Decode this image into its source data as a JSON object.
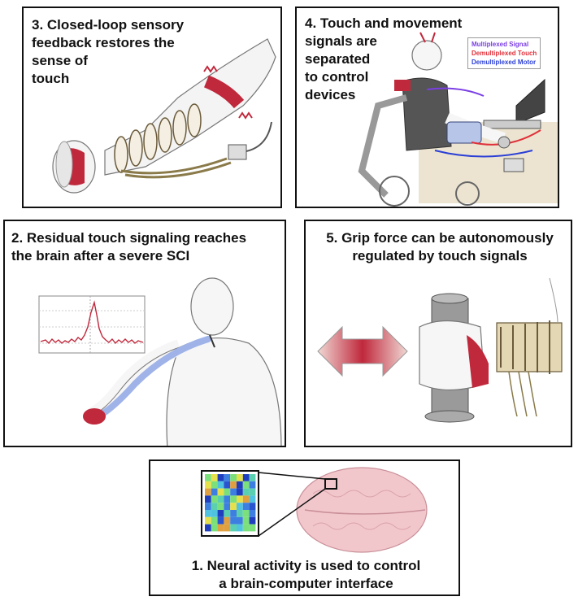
{
  "panels": {
    "p3": {
      "caption_lines": [
        "3. Closed-loop sensory",
        "feedback restores the",
        "sense of",
        "touch"
      ]
    },
    "p4": {
      "caption_lines": [
        "4. Touch and movement",
        "signals are",
        "separated",
        "to control",
        "devices"
      ],
      "legend": {
        "line1": "Multiplexed Signal",
        "line2": "Demultiplexed Touch",
        "line3": "Demultiplexed Motor"
      }
    },
    "p2": {
      "caption_lines": [
        "2. Residual touch signaling reaches",
        "the brain after a severe SCI"
      ]
    },
    "p5": {
      "caption_lines": [
        "5. Grip force can be autonomously",
        "regulated by touch signals"
      ]
    },
    "p1": {
      "caption_lines": [
        "1. Neural activity is used to control",
        "a brain-computer interface"
      ]
    }
  },
  "colors": {
    "signal_red": "#c0283c",
    "multiplexed": "#7b3fe4",
    "touch": "#e0303a",
    "motor": "#2b3fd6",
    "blue_tract": "#9fb3e8",
    "brain_pink": "#f2c7cc"
  }
}
